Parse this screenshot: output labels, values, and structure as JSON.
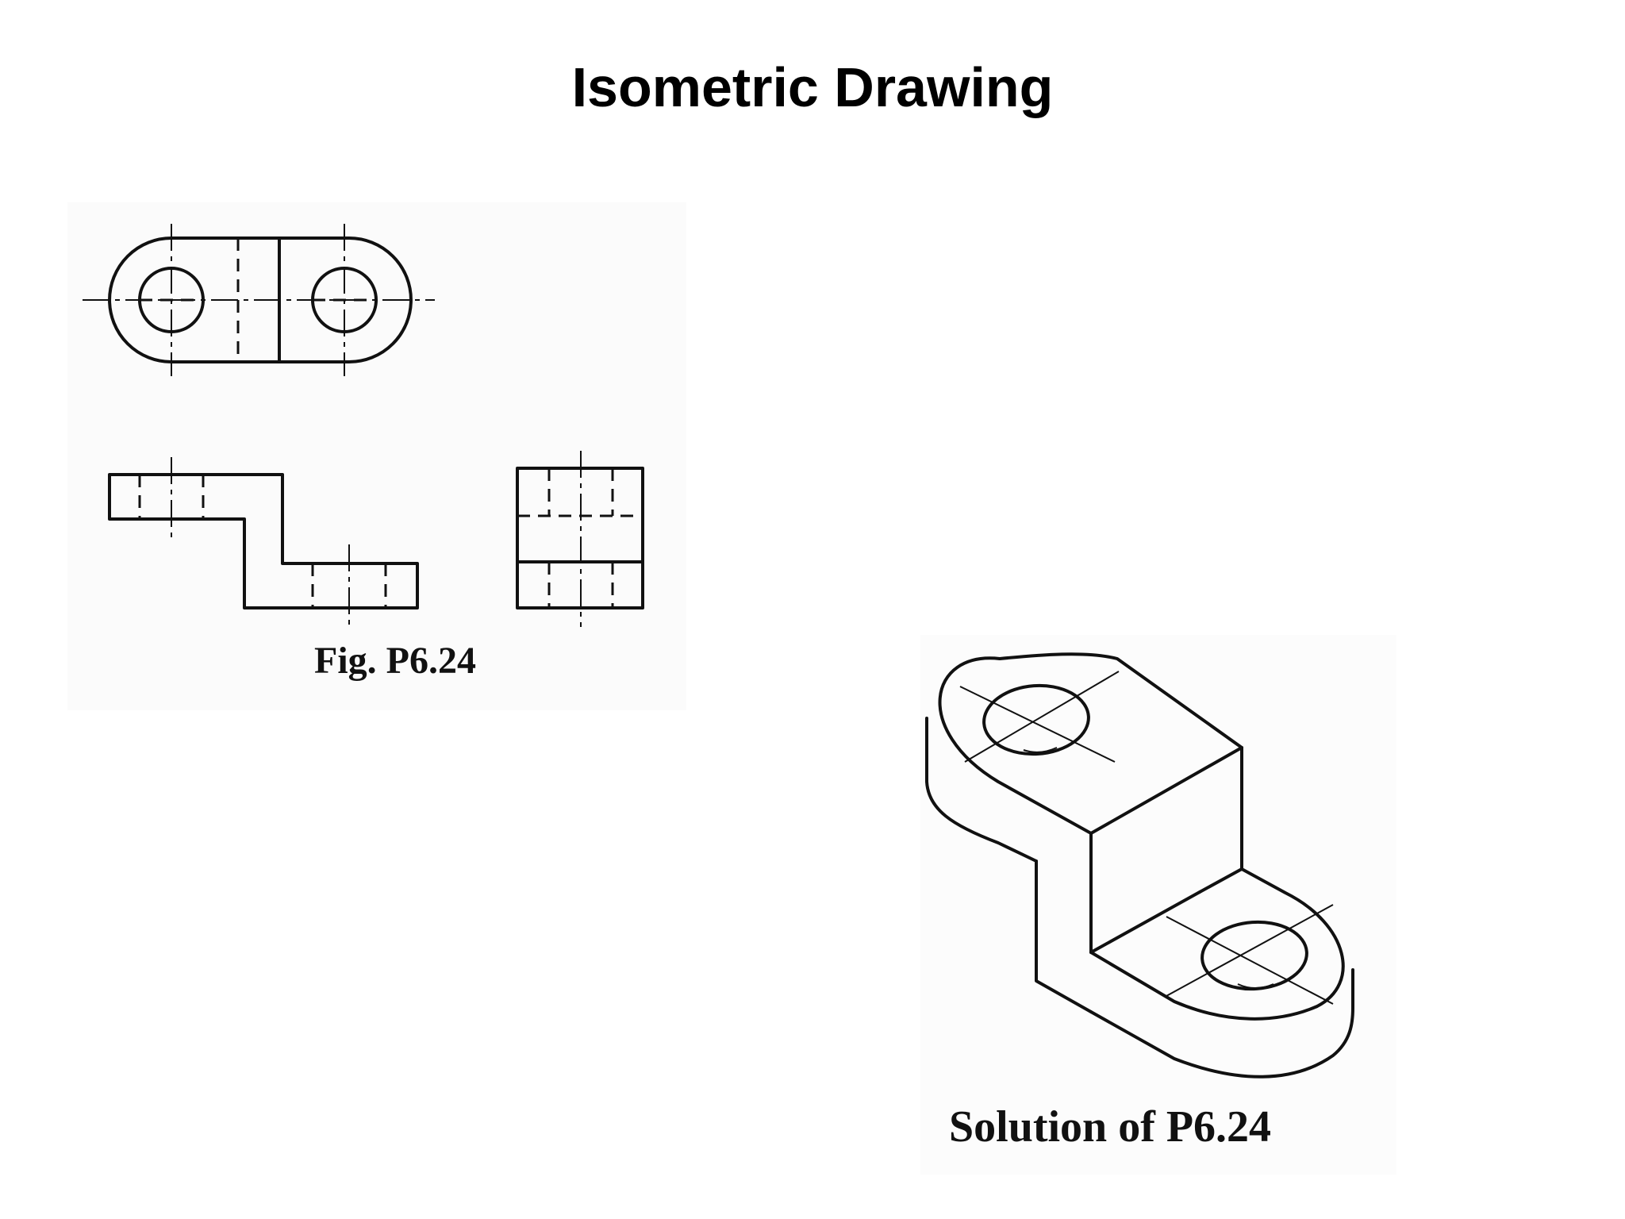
{
  "title": "Isometric Drawing",
  "figure_caption": "Fig. P6.24",
  "solution_caption": "Solution of P6.24",
  "colors": {
    "background": "#ffffff",
    "ink": "#111111"
  }
}
